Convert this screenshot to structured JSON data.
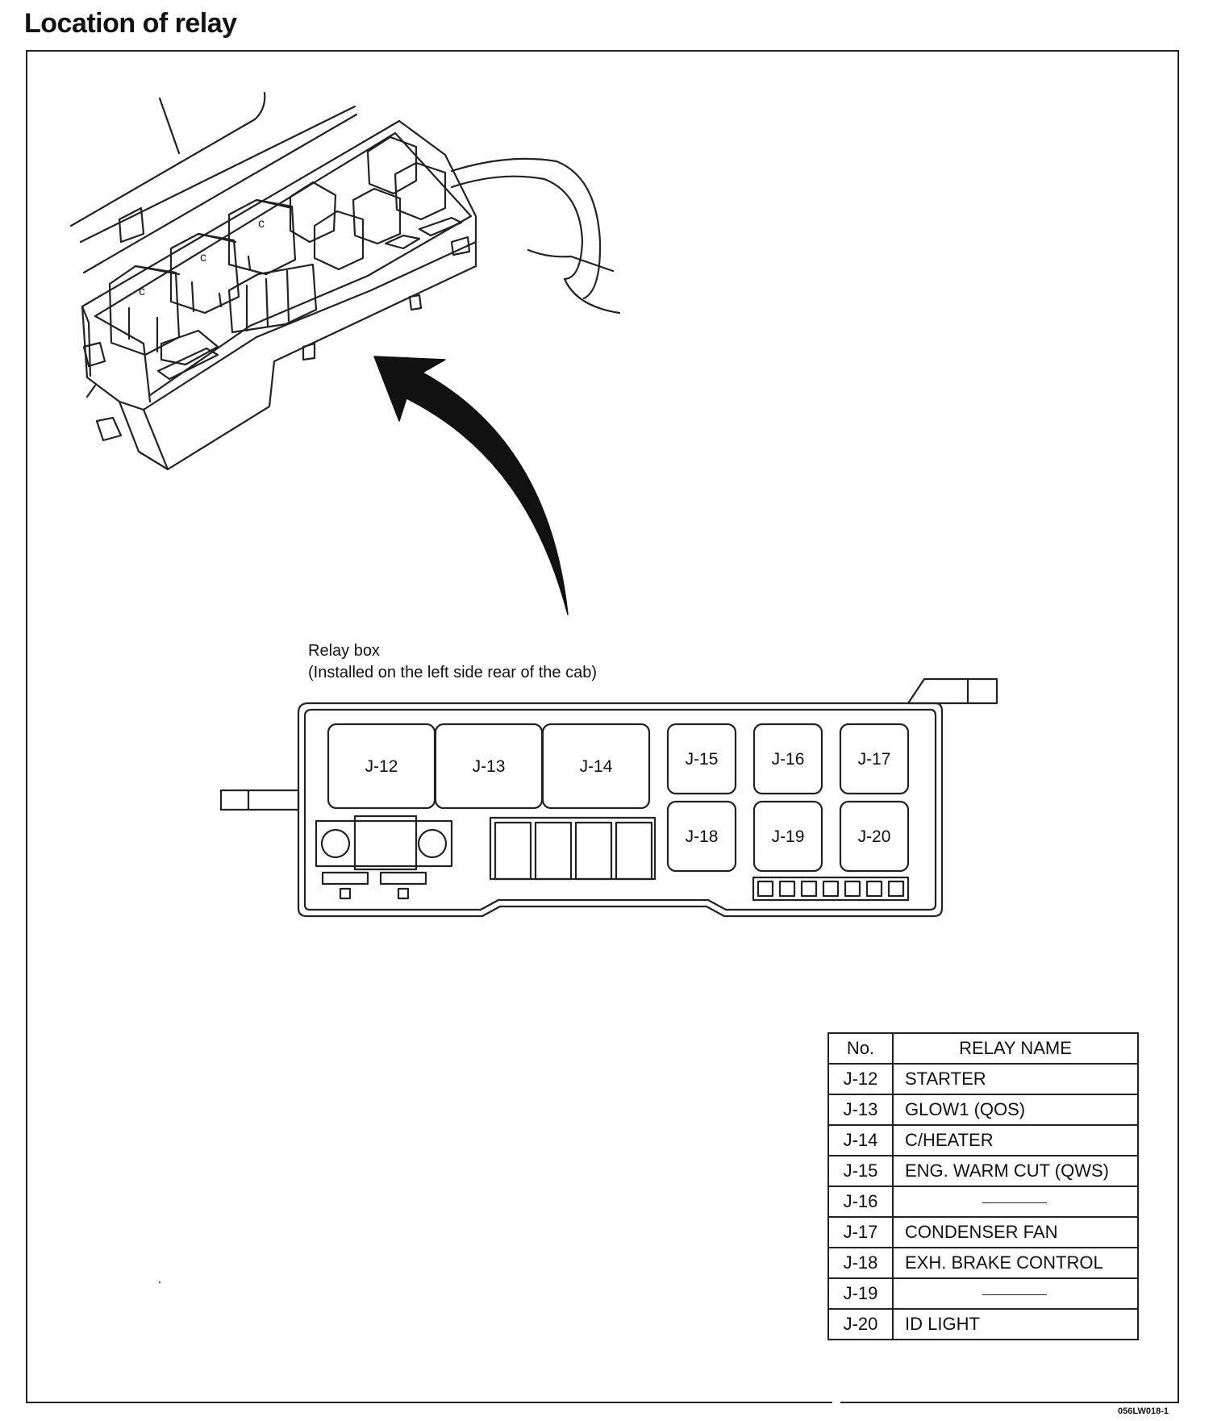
{
  "title": "Location of relay",
  "relay_box_label": {
    "line1": "Relay box",
    "line2": "(Installed on the left side rear of the cab)"
  },
  "relay_slots": [
    "J-12",
    "J-13",
    "J-14",
    "J-15",
    "J-16",
    "J-17",
    "J-18",
    "J-19",
    "J-20"
  ],
  "table": {
    "headers": {
      "no": "No.",
      "name": "RELAY NAME"
    },
    "rows": [
      {
        "no": "J-12",
        "name": "STARTER"
      },
      {
        "no": "J-13",
        "name": "GLOW1 (QOS)"
      },
      {
        "no": "J-14",
        "name": "C/HEATER"
      },
      {
        "no": "J-15",
        "name": "ENG. WARM CUT (QWS)"
      },
      {
        "no": "J-16",
        "name": ""
      },
      {
        "no": "J-17",
        "name": "CONDENSER FAN"
      },
      {
        "no": "J-18",
        "name": "EXH. BRAKE CONTROL"
      },
      {
        "no": "J-19",
        "name": ""
      },
      {
        "no": "J-20",
        "name": "ID LIGHT"
      }
    ]
  },
  "figure_code": "056LW018-1"
}
